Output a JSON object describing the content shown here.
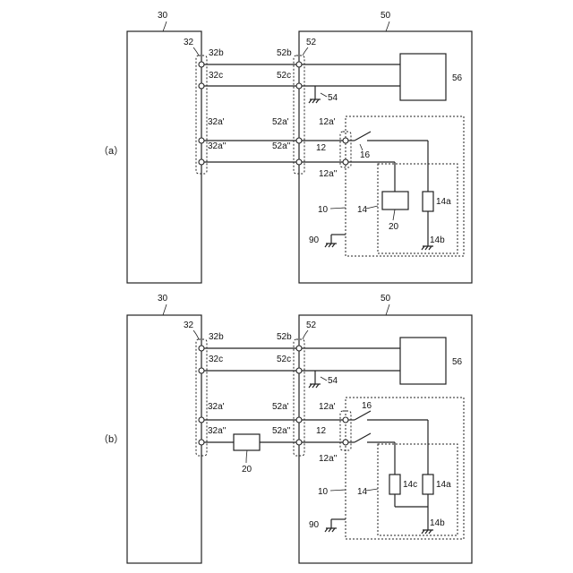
{
  "diagrams": [
    {
      "panel_label": "（a）",
      "refs": {
        "device30": "30",
        "device50": "50",
        "conn32": "32",
        "conn52": "52",
        "t32b": "32b",
        "t32c": "32c",
        "t32a1": "32a'",
        "t32a2": "32a''",
        "t52b": "52b",
        "t52c": "52c",
        "t52a1": "52a'",
        "t52a2": "52a''",
        "t12a1": "12a'",
        "t12": "12",
        "t12a2": "12a''",
        "r54": "54",
        "r56": "56",
        "r16": "16",
        "r14a": "14a",
        "r14": "14",
        "r20": "20",
        "r10": "10",
        "r14b": "14b",
        "r90": "90"
      }
    },
    {
      "panel_label": "（b）",
      "refs": {
        "device30": "30",
        "device50": "50",
        "conn32": "32",
        "conn52": "52",
        "t32b": "32b",
        "t32c": "32c",
        "t32a1": "32a'",
        "t32a2": "32a''",
        "t52b": "52b",
        "t52c": "52c",
        "t52a1": "52a'",
        "t52a2": "52a''",
        "t12a1": "12a'",
        "t12": "12",
        "t12a2": "12a''",
        "r54": "54",
        "r56": "56",
        "r16": "16",
        "r14a": "14a",
        "r14": "14",
        "r14c": "14c",
        "r20": "20",
        "r10": "10",
        "r14b": "14b",
        "r90": "90"
      }
    }
  ]
}
